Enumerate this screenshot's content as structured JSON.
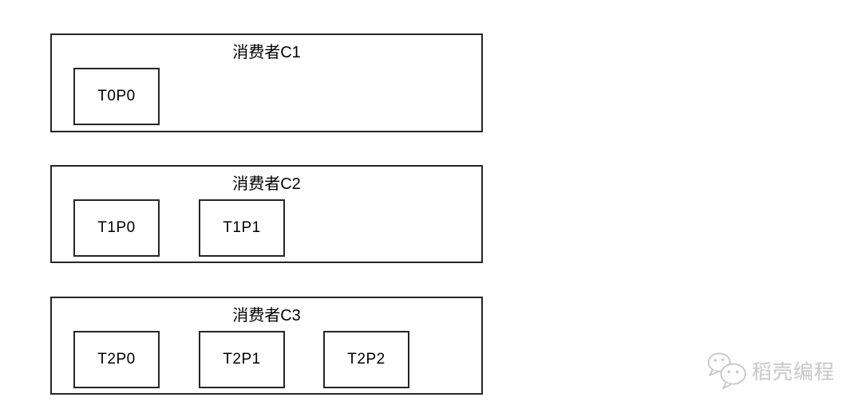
{
  "diagram": {
    "groups": [
      {
        "title": "消费者C1",
        "partitions": [
          "T0P0"
        ]
      },
      {
        "title": "消费者C2",
        "partitions": [
          "T1P0",
          "T1P1"
        ]
      },
      {
        "title": "消费者C3",
        "partitions": [
          "T2P0",
          "T2P1",
          "T2P2"
        ]
      }
    ]
  },
  "watermark": {
    "brand": "稻壳编程",
    "icon": "wechat-icon",
    "color": "#c9c9c9"
  },
  "colors": {
    "border": "#262626",
    "text": "#000000",
    "background": "#ffffff"
  }
}
